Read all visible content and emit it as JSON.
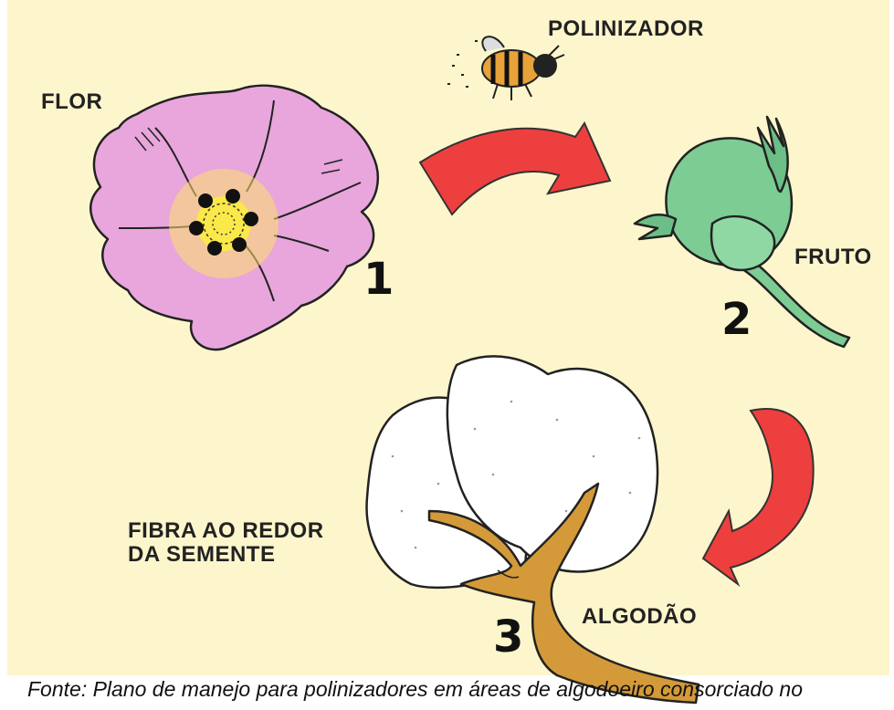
{
  "labels": {
    "flower": "FLOR",
    "pollinator": "POLINIZADOR",
    "fruit": "FRUTO",
    "fiber_line1": "FIBRA AO REDOR",
    "fiber_line2": "DA SEMENTE",
    "cotton": "ALGODÃO"
  },
  "steps": [
    "1",
    "2",
    "3"
  ],
  "caption": "Fonte: Plano de manejo para polinizadores em áreas de algodoeiro consorciado no",
  "colors": {
    "background": "#fdf6cc",
    "flower": "#e8a6dc",
    "fruit": "#7ccc94",
    "arrow": "#ee3f3f",
    "cotton": "#ffffff",
    "stem": "#d49a3a",
    "bee": "#e7a23a"
  }
}
